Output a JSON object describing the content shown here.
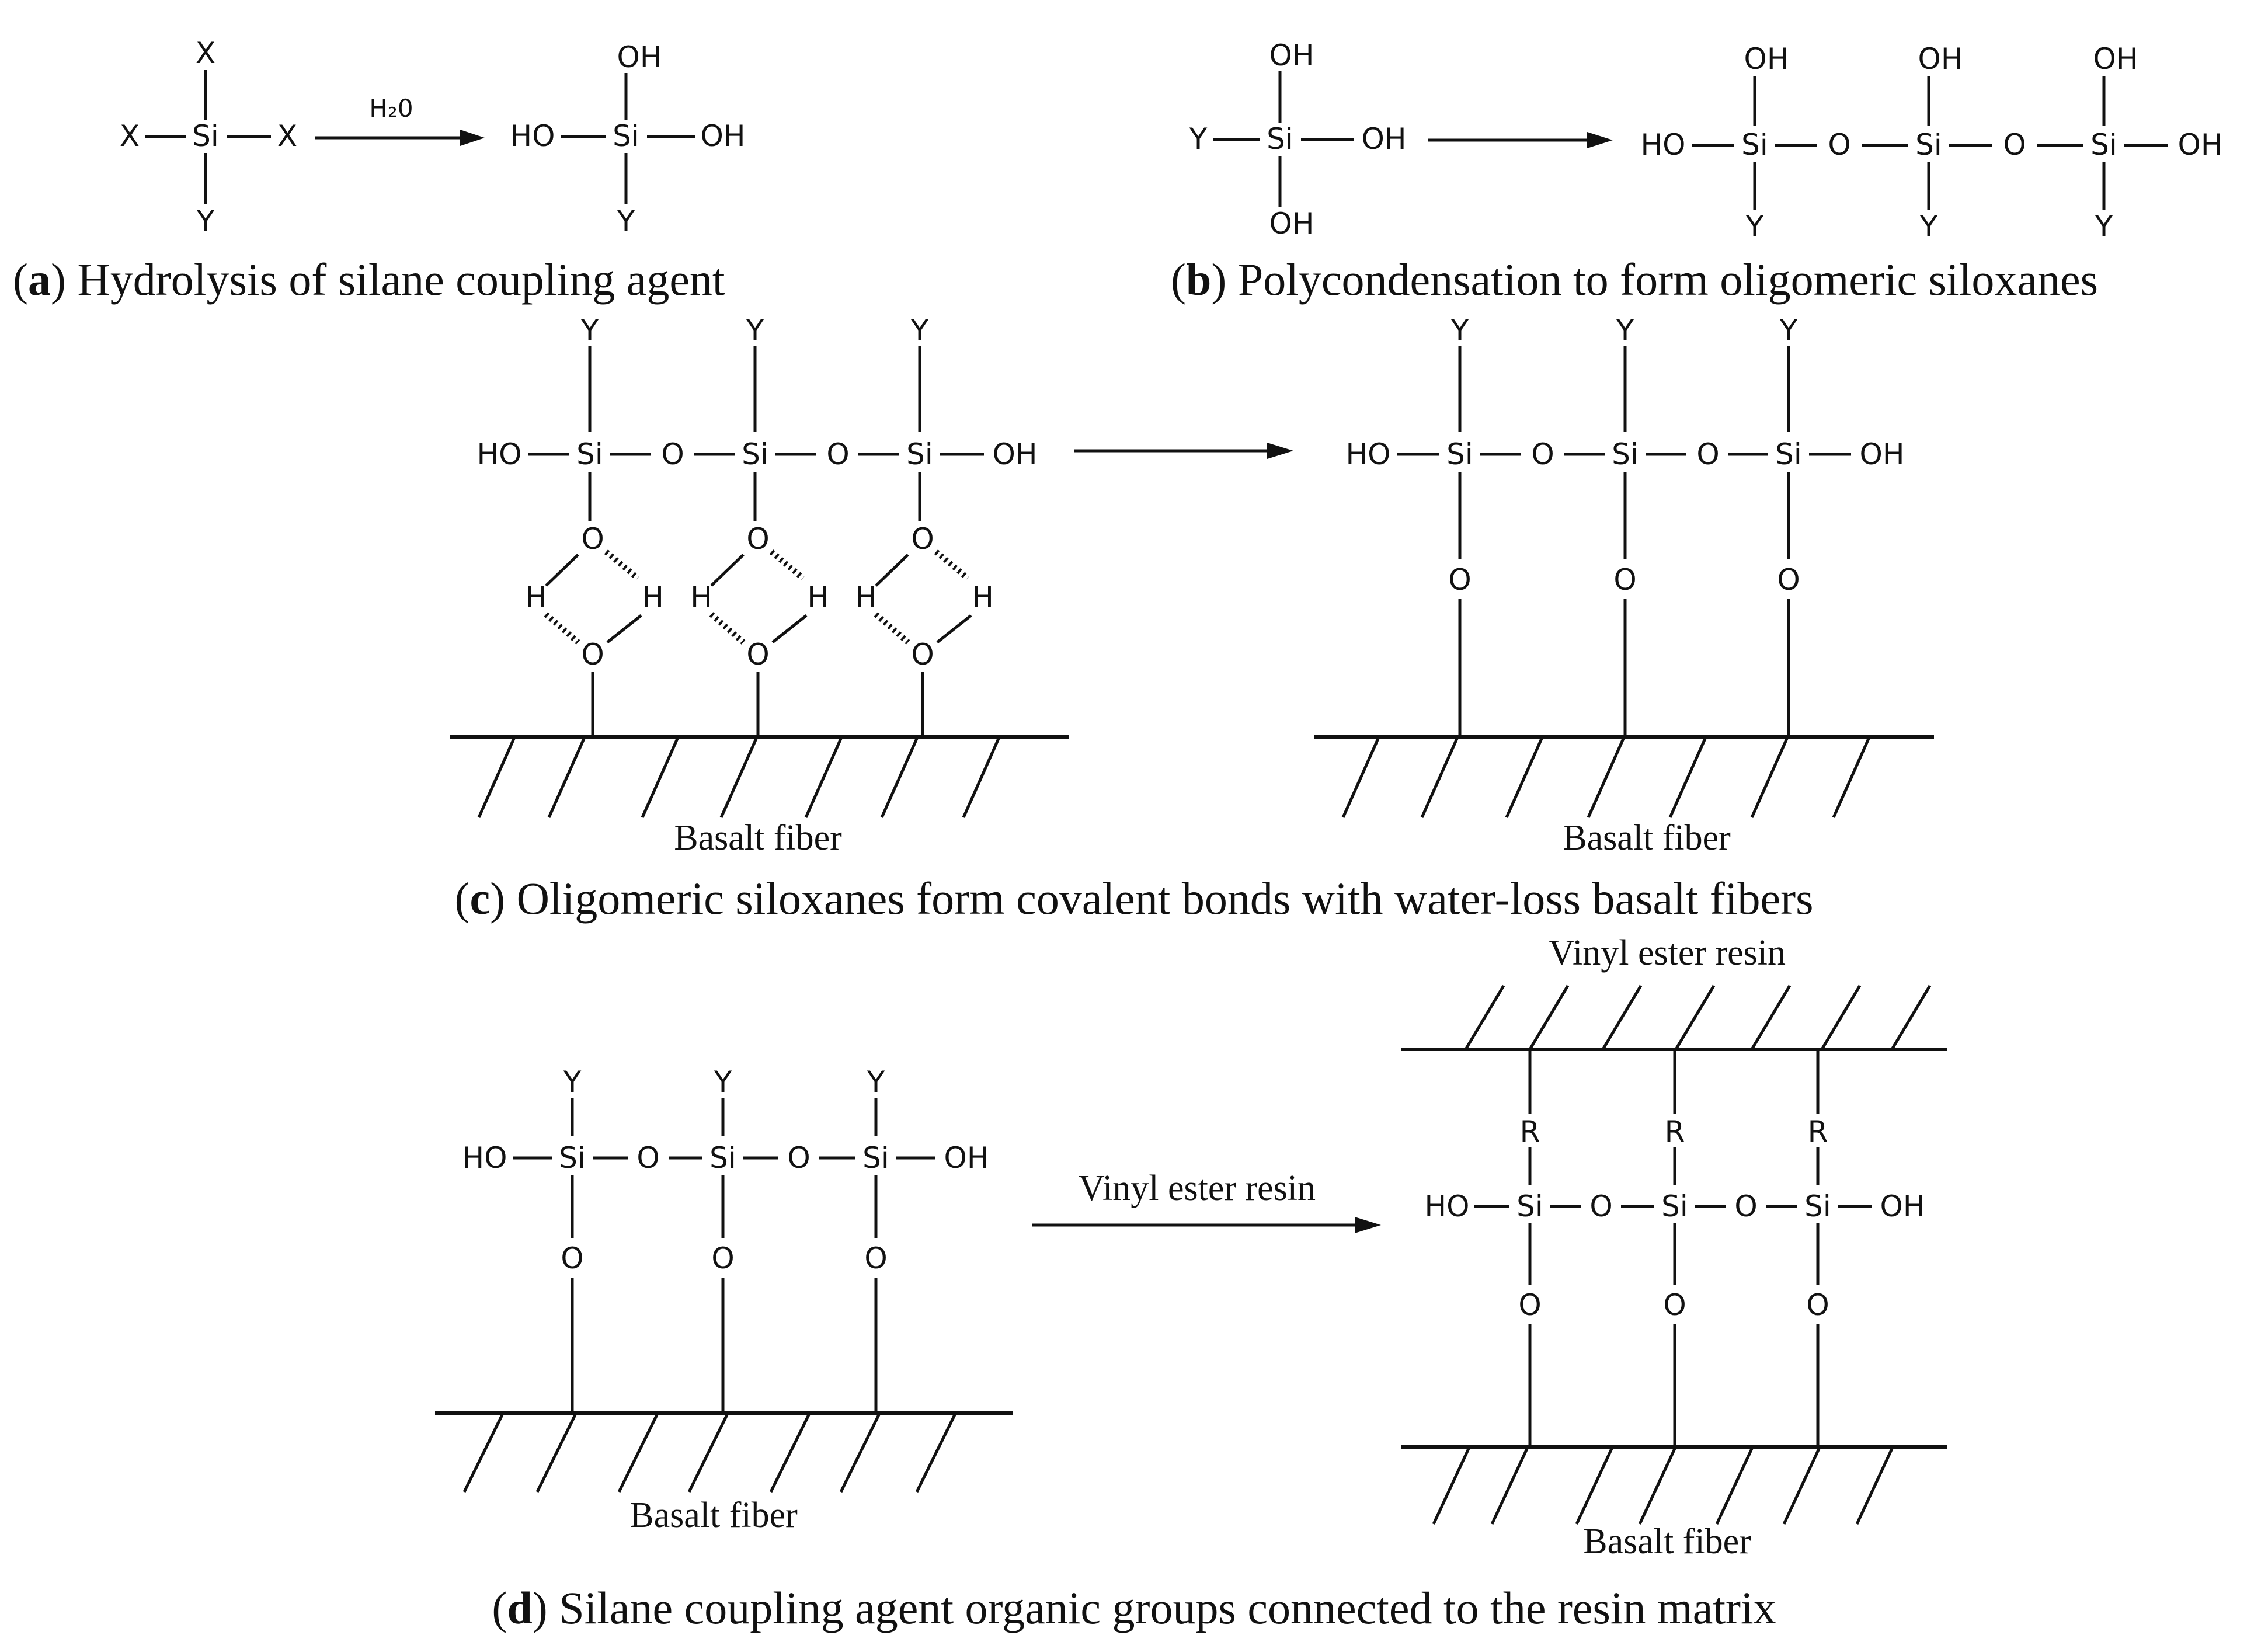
{
  "atoms": {
    "si": "Si",
    "oh": "OH",
    "ho": "HO",
    "o": "O",
    "h": "H",
    "x": "X",
    "y": "Y",
    "r": "R"
  },
  "reagents": {
    "water": "H₂0",
    "resin_arrow": "Vinyl ester resin"
  },
  "labels": {
    "basalt_fiber": "Basalt fiber",
    "vinyl_ester_resin": "Vinyl ester resin"
  },
  "captions": {
    "a": {
      "letter": "a",
      "text": "Hydrolysis of silane coupling agent"
    },
    "b": {
      "letter": "b",
      "text": "Polycondensation to form oligomeric siloxanes"
    },
    "c": {
      "letter": "c",
      "text": "Oligomeric siloxanes form covalent bonds with water-loss basalt fibers"
    },
    "d": {
      "letter": "d",
      "text": "Silane coupling agent organic groups connected to the resin matrix"
    }
  }
}
